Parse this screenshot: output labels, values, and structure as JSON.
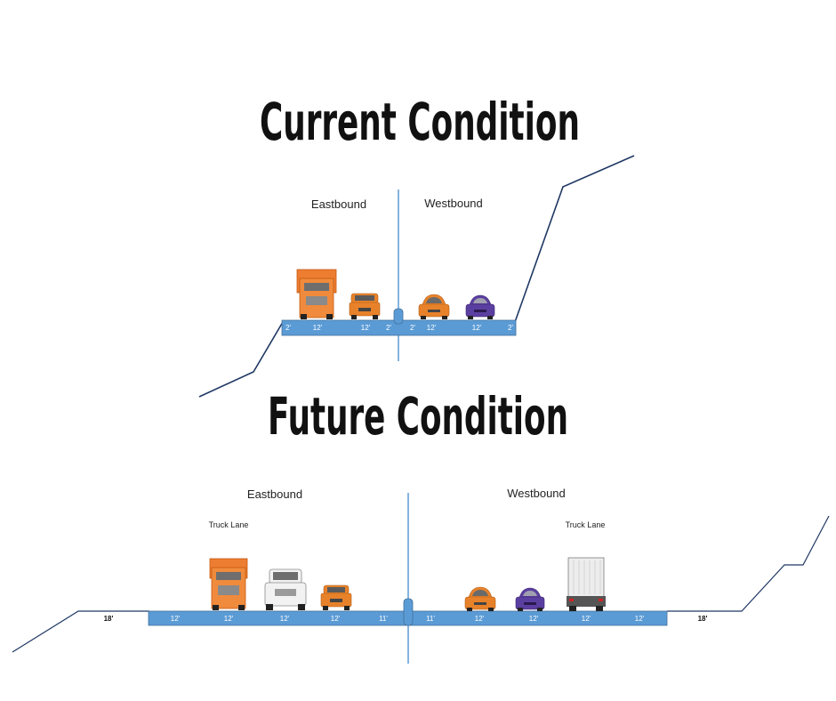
{
  "current": {
    "title": "Current Condition",
    "eastbound_label": "Eastbound",
    "westbound_label": "Westbound",
    "dimensions": [
      "2'",
      "12'",
      "12'",
      "2'",
      "2'",
      "12'",
      "12'",
      "2'"
    ]
  },
  "future": {
    "title": "Future Condition",
    "eastbound_label": "Eastbound",
    "westbound_label": "Westbound",
    "eastbound_truck_lane": "Truck Lane",
    "westbound_truck_lane": "Truck Lane",
    "shoulder_left": "18'",
    "shoulder_right": "18'",
    "dimensions": [
      "12'",
      "12'",
      "12'",
      "12'",
      "11'",
      "11'",
      "12'",
      "12'",
      "12'",
      "12'"
    ]
  },
  "colors": {
    "road": "#5b9bd5",
    "road_edge": "#41719c",
    "ground_line": "#1f3864",
    "truck_orange": "#ed7d31",
    "car_orange": "#e8822a",
    "car_purple": "#5b3fa0",
    "suv_white": "#f2f2f2",
    "box_truck_white": "#ededed"
  }
}
